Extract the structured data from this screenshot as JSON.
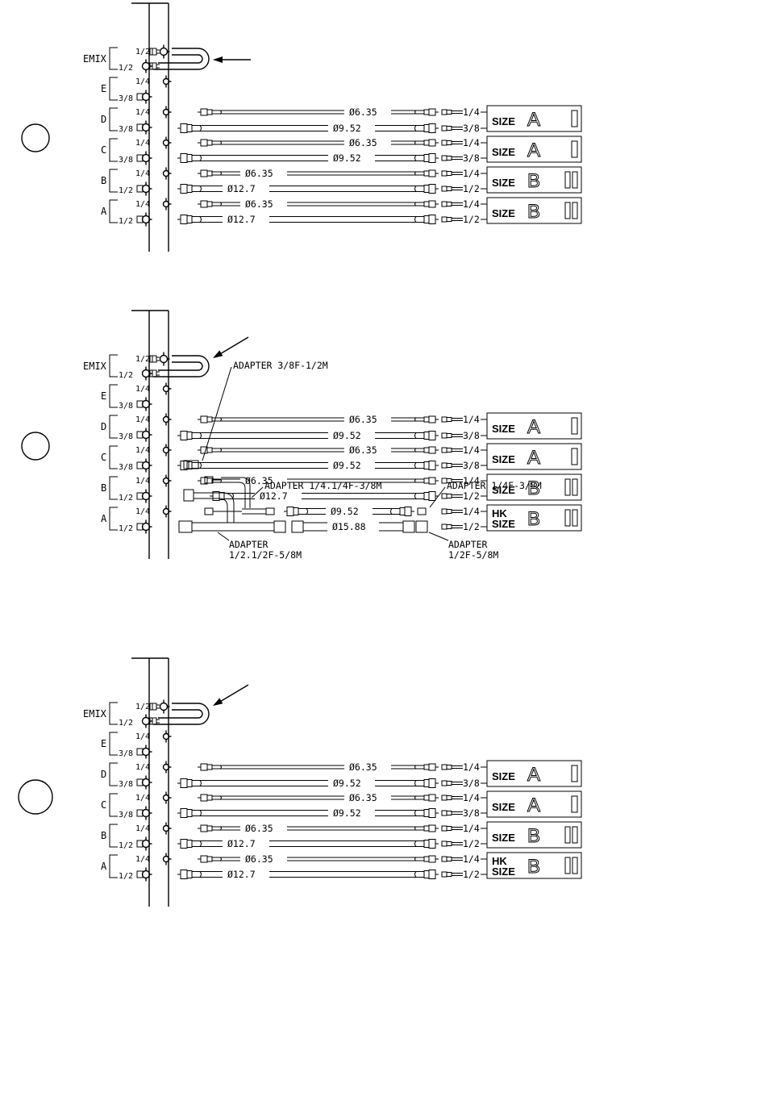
{
  "sections": [
    {
      "id": "s1",
      "emix": "EMIX",
      "ports": [
        {
          "unit": "EMIX",
          "top": "1/2",
          "bottom": "1/2"
        },
        {
          "unit": "E",
          "top": "1/4",
          "bottom": "3/8"
        },
        {
          "unit": "D",
          "top": "1/4",
          "bottom": "3/8"
        },
        {
          "unit": "C",
          "top": "1/4",
          "bottom": "3/8"
        },
        {
          "unit": "B",
          "top": "1/4",
          "bottom": "1/2"
        },
        {
          "unit": "A",
          "top": "1/4",
          "bottom": "1/2"
        }
      ],
      "pipes": [
        {
          "dia": "Ø6.35",
          "end": "1/4"
        },
        {
          "dia": "Ø9.52",
          "end": "3/8"
        },
        {
          "dia": "Ø6.35",
          "end": "1/4"
        },
        {
          "dia": "Ø9.52",
          "end": "3/8"
        },
        {
          "dia": "Ø6.35",
          "end": "1/4"
        },
        {
          "dia": "Ø12.7",
          "end": "1/2"
        },
        {
          "dia": "Ø6.35",
          "end": "1/4"
        },
        {
          "dia": "Ø12.7",
          "end": "1/2"
        }
      ],
      "units": [
        {
          "prefix": "",
          "size_label": "SIZE",
          "letter": "A"
        },
        {
          "prefix": "",
          "size_label": "SIZE",
          "letter": "A"
        },
        {
          "prefix": "",
          "size_label": "SIZE",
          "letter": "B"
        },
        {
          "prefix": "",
          "size_label": "SIZE",
          "letter": "B"
        }
      ]
    },
    {
      "id": "s2",
      "emix": "EMIX",
      "ports": [
        {
          "unit": "EMIX",
          "top": "1/2",
          "bottom": "1/2"
        },
        {
          "unit": "E",
          "top": "1/4",
          "bottom": "3/8"
        },
        {
          "unit": "D",
          "top": "1/4",
          "bottom": "3/8"
        },
        {
          "unit": "C",
          "top": "1/4",
          "bottom": "3/8"
        },
        {
          "unit": "B",
          "top": "1/4",
          "bottom": "1/2"
        },
        {
          "unit": "A",
          "top": "1/4",
          "bottom": "1/2"
        }
      ],
      "pipes": [
        {
          "dia": "Ø6.35",
          "end": "1/4"
        },
        {
          "dia": "Ø9.52",
          "end": "3/8"
        },
        {
          "dia": "Ø6.35",
          "end": "1/4"
        },
        {
          "dia": "Ø9.52",
          "end": "3/8"
        },
        {
          "dia": "Ø6.35",
          "end": "1/4"
        },
        {
          "dia": "Ø12.7",
          "end": "1/2"
        },
        {
          "dia": "Ø9.52",
          "end": "1/4"
        },
        {
          "dia": "Ø15.88",
          "end": "1/2"
        }
      ],
      "units": [
        {
          "prefix": "",
          "size_label": "SIZE",
          "letter": "A"
        },
        {
          "prefix": "",
          "size_label": "SIZE",
          "letter": "A"
        },
        {
          "prefix": "",
          "size_label": "SIZE",
          "letter": "B"
        },
        {
          "prefix": "HK",
          "size_label": "SIZE",
          "letter": "B"
        }
      ],
      "adapters": {
        "a1": "ADAPTER 3/8F-1/2M",
        "a2": "ADAPTER 1/4.1/4F-3/8M",
        "a3": "ADAPTER 1/4F-3/8M",
        "a4_line1": "ADAPTER",
        "a4_line2": "1/2.1/2F-5/8M",
        "a5_line1": "ADAPTER",
        "a5_line2": "1/2F-5/8M"
      }
    },
    {
      "id": "s3",
      "emix": "EMIX",
      "ports": [
        {
          "unit": "EMIX",
          "top": "1/2",
          "bottom": "1/2"
        },
        {
          "unit": "E",
          "top": "1/4",
          "bottom": "3/8"
        },
        {
          "unit": "D",
          "top": "1/4",
          "bottom": "3/8"
        },
        {
          "unit": "C",
          "top": "1/4",
          "bottom": "3/8"
        },
        {
          "unit": "B",
          "top": "1/4",
          "bottom": "1/2"
        },
        {
          "unit": "A",
          "top": "1/4",
          "bottom": "1/2"
        }
      ],
      "pipes": [
        {
          "dia": "Ø6.35",
          "end": "1/4"
        },
        {
          "dia": "Ø9.52",
          "end": "3/8"
        },
        {
          "dia": "Ø6.35",
          "end": "1/4"
        },
        {
          "dia": "Ø9.52",
          "end": "3/8"
        },
        {
          "dia": "Ø6.35",
          "end": "1/4"
        },
        {
          "dia": "Ø12.7",
          "end": "1/2"
        },
        {
          "dia": "Ø6.35",
          "end": "1/4"
        },
        {
          "dia": "Ø12.7",
          "end": "1/2"
        }
      ],
      "units": [
        {
          "prefix": "",
          "size_label": "SIZE",
          "letter": "A"
        },
        {
          "prefix": "",
          "size_label": "SIZE",
          "letter": "A"
        },
        {
          "prefix": "",
          "size_label": "SIZE",
          "letter": "B"
        },
        {
          "prefix": "HK",
          "size_label": "SIZE",
          "letter": "B"
        }
      ]
    }
  ]
}
